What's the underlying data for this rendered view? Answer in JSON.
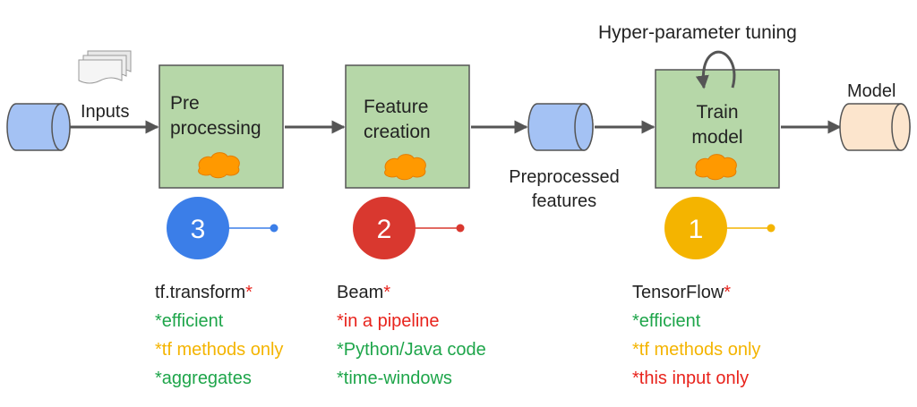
{
  "inputs_label": "Inputs",
  "hyper_label": "Hyper-parameter tuning",
  "model_label": "Model",
  "preprocessed_label": [
    "Preprocessed",
    "features"
  ],
  "stages": [
    {
      "lines": [
        "Pre",
        "processing"
      ],
      "badge": "3",
      "badge_color": "#3b7ee8"
    },
    {
      "lines": [
        "Feature",
        "creation"
      ],
      "badge": "2",
      "badge_color": "#d9382f"
    },
    {
      "lines": [
        "Train",
        "model"
      ],
      "badge": "1",
      "badge_color": "#f4b400"
    }
  ],
  "lists": [
    {
      "items": [
        {
          "text": "tf.transform",
          "star": "*",
          "color": "#222222"
        },
        {
          "text": "*efficient",
          "color": "#1ea54a"
        },
        {
          "text": "*tf methods only",
          "color": "#f4b400"
        },
        {
          "text": "*aggregates",
          "color": "#1ea54a"
        }
      ]
    },
    {
      "items": [
        {
          "text": "Beam",
          "star": "*",
          "color": "#222222"
        },
        {
          "text": "*in a pipeline",
          "color": "#e8231c"
        },
        {
          "text": "*Python/Java code",
          "color": "#1ea54a"
        },
        {
          "text": "*time-windows",
          "color": "#1ea54a"
        }
      ]
    },
    {
      "items": [
        {
          "text": "TensorFlow",
          "star": "*",
          "color": "#222222"
        },
        {
          "text": "*efficient",
          "color": "#1ea54a"
        },
        {
          "text": "*tf methods only",
          "color": "#f4b400"
        },
        {
          "text": "*this input only",
          "color": "#e8231c"
        }
      ]
    }
  ],
  "colors": {
    "stage_fill": "#b6d7a8",
    "stage_stroke": "#555555",
    "blue_cylinder": "#a4c2f4",
    "model_cylinder": "#fce5cd",
    "cloud": "#ff9900",
    "arrow": "#555555",
    "star": "#e8231c"
  }
}
